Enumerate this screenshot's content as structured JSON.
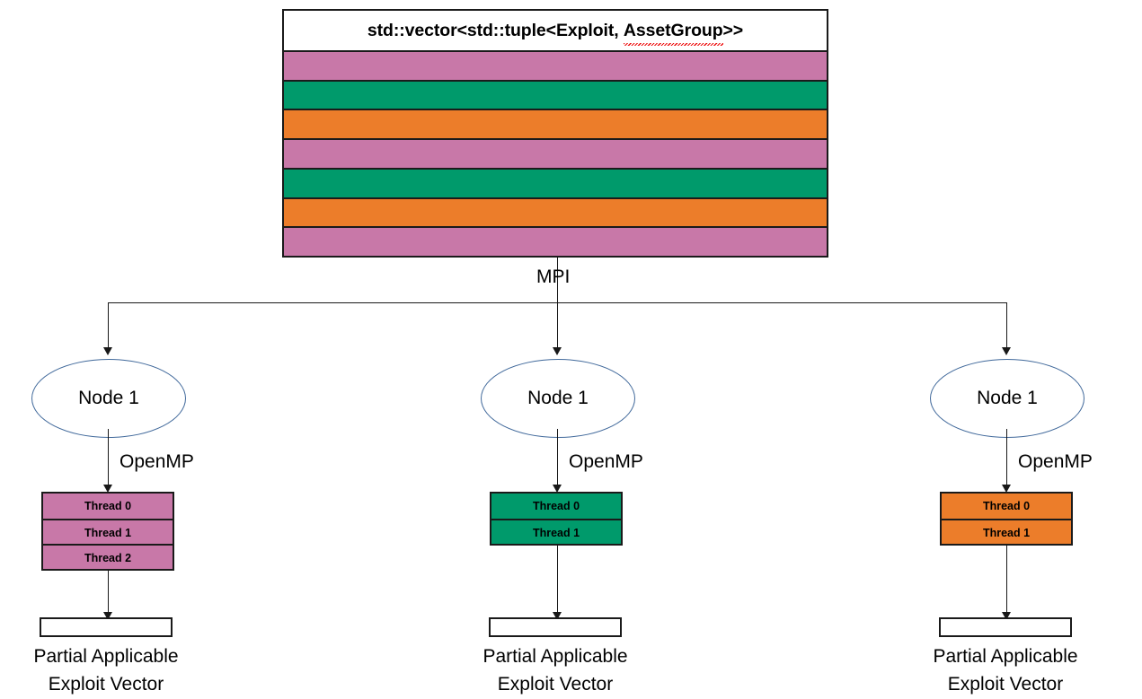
{
  "diagram": {
    "title": "MPI + OpenMP hybrid exploit vector distribution",
    "colors": {
      "pink": "#c878a8",
      "green": "#009a6b",
      "orange": "#ec7d2a",
      "ellipse_stroke": "#41699b",
      "line": "#181818",
      "spellcheck_underline": "#ee1111"
    }
  },
  "vector": {
    "title_prefix": "std::vector<std::tuple<Exploit, ",
    "title_flagged_word": "AssetGroup",
    "title_suffix": ">>",
    "title_full": "std::vector<std::tuple<Exploit, AssetGroup>>",
    "rows": [
      {
        "index": 0,
        "color": "#c878a8",
        "color_name": "pink"
      },
      {
        "index": 1,
        "color": "#009a6b",
        "color_name": "green"
      },
      {
        "index": 2,
        "color": "#ec7d2a",
        "color_name": "orange"
      },
      {
        "index": 3,
        "color": "#c878a8",
        "color_name": "pink"
      },
      {
        "index": 4,
        "color": "#009a6b",
        "color_name": "green"
      },
      {
        "index": 5,
        "color": "#ec7d2a",
        "color_name": "orange"
      },
      {
        "index": 6,
        "color": "#c878a8",
        "color_name": "pink"
      }
    ]
  },
  "labels": {
    "mpi": "MPI",
    "openmp": "OpenMP"
  },
  "nodes": [
    {
      "id": "node-left",
      "label": "Node 1",
      "openmp_label": "OpenMP",
      "color": "#c878a8",
      "threads": [
        "Thread 0",
        "Thread 1",
        "Thread 2"
      ],
      "result_caption_line1": "Partial Applicable",
      "result_caption_line2": "Exploit Vector"
    },
    {
      "id": "node-middle",
      "label": "Node 1",
      "openmp_label": "OpenMP",
      "color": "#009a6b",
      "threads": [
        "Thread 0",
        "Thread 1"
      ],
      "result_caption_line1": "Partial Applicable",
      "result_caption_line2": "Exploit Vector"
    },
    {
      "id": "node-right",
      "label": "Node 1",
      "openmp_label": "OpenMP",
      "color": "#ec7d2a",
      "threads": [
        "Thread 0",
        "Thread 1"
      ],
      "result_caption_line1": "Partial Applicable",
      "result_caption_line2": "Exploit Vector"
    }
  ]
}
